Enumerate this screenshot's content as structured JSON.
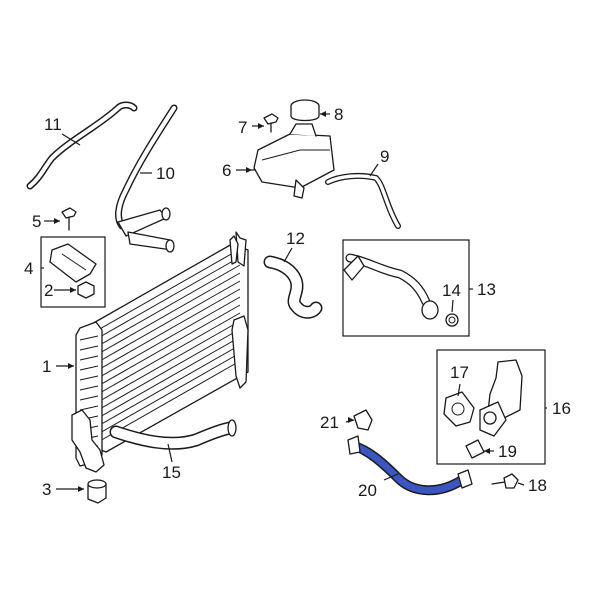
{
  "diagram": {
    "highlight_color": "#3b55c2",
    "callouts": [
      {
        "id": "c1",
        "text": "1"
      },
      {
        "id": "c2",
        "text": "2"
      },
      {
        "id": "c3",
        "text": "3"
      },
      {
        "id": "c4",
        "text": "4"
      },
      {
        "id": "c5",
        "text": "5"
      },
      {
        "id": "c6",
        "text": "6"
      },
      {
        "id": "c7",
        "text": "7"
      },
      {
        "id": "c8",
        "text": "8"
      },
      {
        "id": "c9",
        "text": "9"
      },
      {
        "id": "c10",
        "text": "10"
      },
      {
        "id": "c11",
        "text": "11"
      },
      {
        "id": "c12",
        "text": "12"
      },
      {
        "id": "c13",
        "text": "13"
      },
      {
        "id": "c14",
        "text": "14"
      },
      {
        "id": "c15",
        "text": "15"
      },
      {
        "id": "c16",
        "text": "16"
      },
      {
        "id": "c17",
        "text": "17"
      },
      {
        "id": "c18",
        "text": "18"
      },
      {
        "id": "c19",
        "text": "19"
      },
      {
        "id": "c20",
        "text": "20"
      },
      {
        "id": "c21",
        "text": "21"
      }
    ]
  }
}
